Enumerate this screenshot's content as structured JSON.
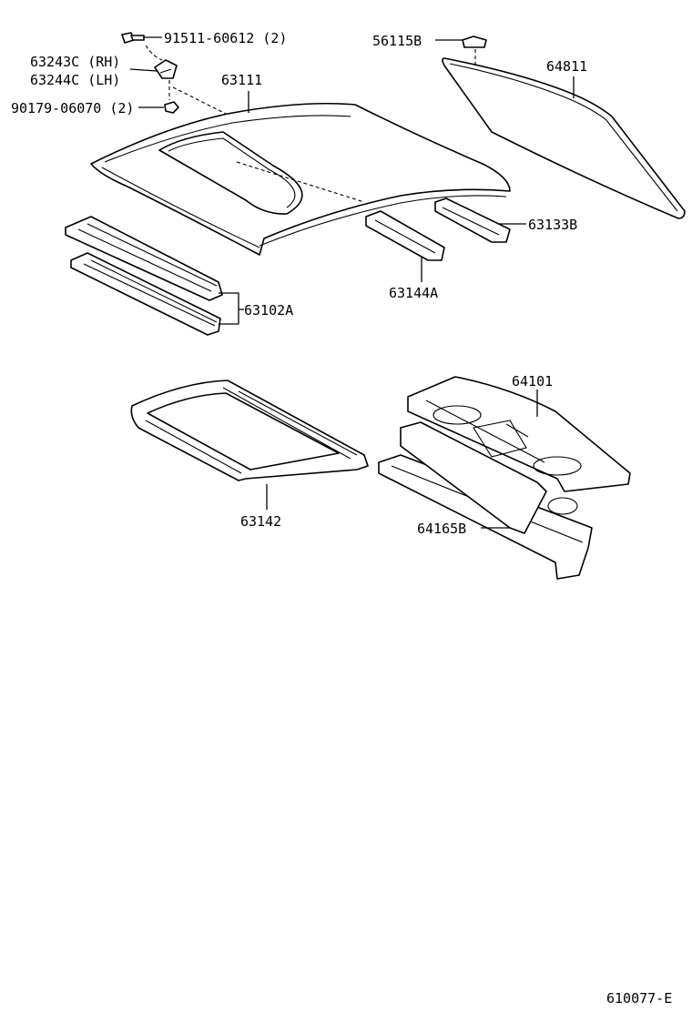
{
  "diagram": {
    "labels": {
      "bolt": "91511-60612 (2)",
      "bracket_rh": "63243C (RH)",
      "bracket_lh": "63244C (LH)",
      "nut": "90179-06070 (2)",
      "clip": "56115B",
      "roof_panel": "63111",
      "back_window_glass": "64811",
      "rear_side_rail": "63133B",
      "front_header_rails": "63102A",
      "roof_rail_reinforcement": "63144A",
      "sunroof_reinforcement": "63142",
      "package_tray_panel": "64101",
      "package_tray_lower": "64165B"
    },
    "code": "610077-E"
  }
}
